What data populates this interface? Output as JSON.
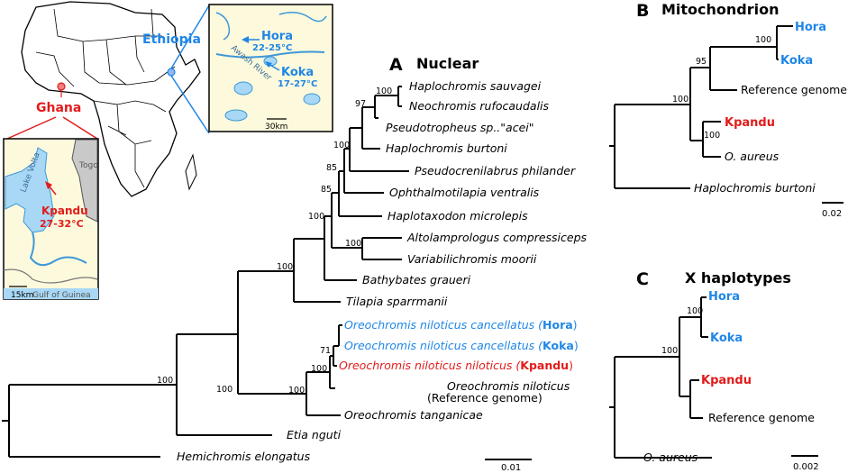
{
  "map": {
    "ghana_label": "Ghana",
    "ethiopia_label": "Ethiopia",
    "ghana_inset": {
      "site": "Kpandu",
      "temp": "27-32°C",
      "togo": "Togo",
      "lake": "Lake Volta",
      "gulf": "Gulf of Guinea",
      "scale": "15km"
    },
    "ethiopia_inset": {
      "site1": "Hora",
      "temp1": "22-25°C",
      "site2": "Koka",
      "temp2": "17-27°C",
      "river": "Awash River",
      "scale": "30km"
    }
  },
  "panelA": {
    "letter": "A",
    "title": "Nuclear",
    "scale": "0.01",
    "tips": {
      "sauvagei": "Haplochromis sauvagei",
      "rufocaudalis": "Neochromis rufocaudalis",
      "acei": "Pseudotropheus sp..\"acei\"",
      "burtoni": "Haplochromis burtoni",
      "philander": "Pseudocrenilabrus philander",
      "ventralis": "Ophthalmotilapia ventralis",
      "microlepis": "Haplotaxodon microlepis",
      "compressiceps": "Altolamprologus compressiceps",
      "moorii": "Variabilichromis moorii",
      "graueri": "Bathybates graueri",
      "sparrmanii": "Tilapia sparrmanii",
      "cancellatus1": "Oreochromis niloticus cancellatus (",
      "hora": "Hora",
      "close1": ")",
      "cancellatus2": "Oreochromis niloticus cancellatus (",
      "koka": "Koka",
      "close2": ")",
      "niloticus_k": "Oreochromis niloticus niloticus (",
      "kpandu": "Kpandu",
      "close3": ")",
      "niloticus_ref1": "Oreochromis niloticus",
      "niloticus_ref2": "(Reference genome)",
      "tanganicae": "Oreochromis tanganicae",
      "nguti": "Etia nguti",
      "elongatus": "Hemichromis elongatus"
    },
    "boot": {
      "b1": "100",
      "b2": "97",
      "b3": "100",
      "b4": "85",
      "b5": "85",
      "b6": "100",
      "b7": "100",
      "b8": "100",
      "b9": "100",
      "b10": "71",
      "b11": "100",
      "b12": "100",
      "b13": "100"
    }
  },
  "panelB": {
    "letter": "B",
    "title": "Mitochondrion",
    "scale": "0.02",
    "tips": {
      "hora": "Hora",
      "koka": "Koka",
      "ref": "Reference genome",
      "kpandu": "Kpandu",
      "aureus": "O. aureus",
      "burtoni": "Haplochromis burtoni"
    },
    "boot": {
      "b1": "100",
      "b2": "95",
      "b3": "100",
      "b4": "100"
    }
  },
  "panelC": {
    "letter": "C",
    "title": "X haplotypes",
    "scale": "0.002",
    "tips": {
      "hora": "Hora",
      "koka": "Koka",
      "kpandu": "Kpandu",
      "ref": "Reference genome",
      "aureus": "O. aureus"
    },
    "boot": {
      "b1": "100",
      "b2": "100"
    }
  },
  "colors": {
    "blue": "#1f86e6",
    "red": "#e21b1b",
    "water": "#a8d8f5",
    "land": "#fdf9dc"
  }
}
